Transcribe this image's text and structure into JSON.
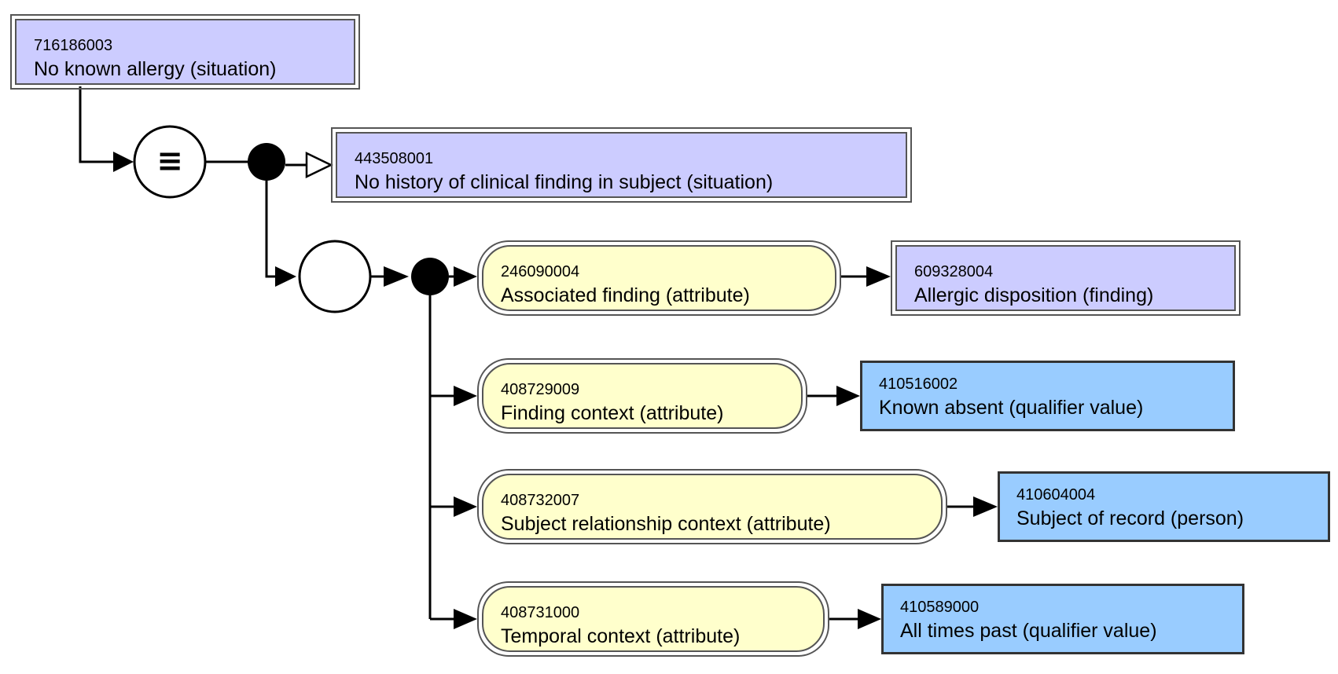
{
  "nodes": {
    "focus": {
      "sctid": "716186003",
      "term": "No known allergy (situation)"
    },
    "parent": {
      "sctid": "443508001",
      "term": "No history of clinical finding in subject (situation)"
    },
    "associated_finding": {
      "sctid": "246090004",
      "term": "Associated finding (attribute)"
    },
    "associated_finding_value": {
      "sctid": "609328004",
      "term": "Allergic disposition (finding)"
    },
    "finding_context": {
      "sctid": "408729009",
      "term": "Finding context (attribute)"
    },
    "finding_context_value": {
      "sctid": "410516002",
      "term": "Known absent (qualifier value)"
    },
    "subject_relationship_context": {
      "sctid": "408732007",
      "term": "Subject relationship context (attribute)"
    },
    "subject_relationship_context_value": {
      "sctid": "410604004",
      "term": "Subject of record (person)"
    },
    "temporal_context": {
      "sctid": "408731000",
      "term": "Temporal context (attribute)"
    },
    "temporal_context_value": {
      "sctid": "410589000",
      "term": "All times past (qualifier value)"
    }
  },
  "symbols": {
    "definition_status_label": "≡"
  },
  "colors": {
    "defined_concept_fill": "#ccccff",
    "attribute_fill": "#ffffcc",
    "primitive_concept_fill": "#99ccff",
    "stroke": "#000000"
  }
}
